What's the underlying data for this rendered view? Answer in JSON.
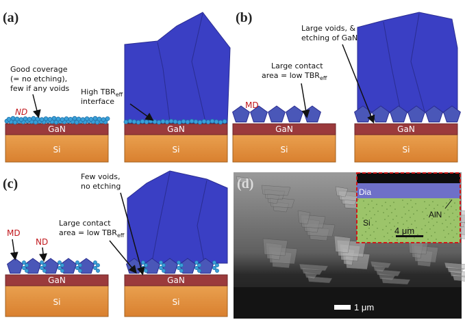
{
  "panels": {
    "a": {
      "label": "(a)",
      "note1": [
        "Good coverage",
        "(= no etching),",
        "few if any voids"
      ],
      "nd": "ND",
      "note2": [
        "High TBR",
        "interface"
      ],
      "note2_sub": "eff"
    },
    "b": {
      "label": "(b)",
      "md": "MD",
      "note1": [
        "Large contact",
        "area = low TBR"
      ],
      "note1_sub": "eff",
      "note2": [
        "Large voids, &",
        "etching of GaN"
      ]
    },
    "c": {
      "label": "(c)",
      "md": "MD",
      "nd": "ND",
      "note1": [
        "Few voids,",
        "no etching"
      ],
      "note2": [
        "Large contact",
        "area = low TBR"
      ],
      "note2_sub": "eff"
    },
    "d": {
      "label": "(d)",
      "dia": "Dia",
      "aln": "AlN",
      "si": "Si",
      "inset_scale": "4 μm",
      "scale": "1 μm"
    }
  },
  "layers": {
    "gan": "GaN",
    "si": "Si"
  },
  "colors": {
    "diamond": "#3a3fc4",
    "gan": "#9b3a3c",
    "si": "#e0903f",
    "nd": "#3aa0d8",
    "md": "#4a57b8"
  }
}
